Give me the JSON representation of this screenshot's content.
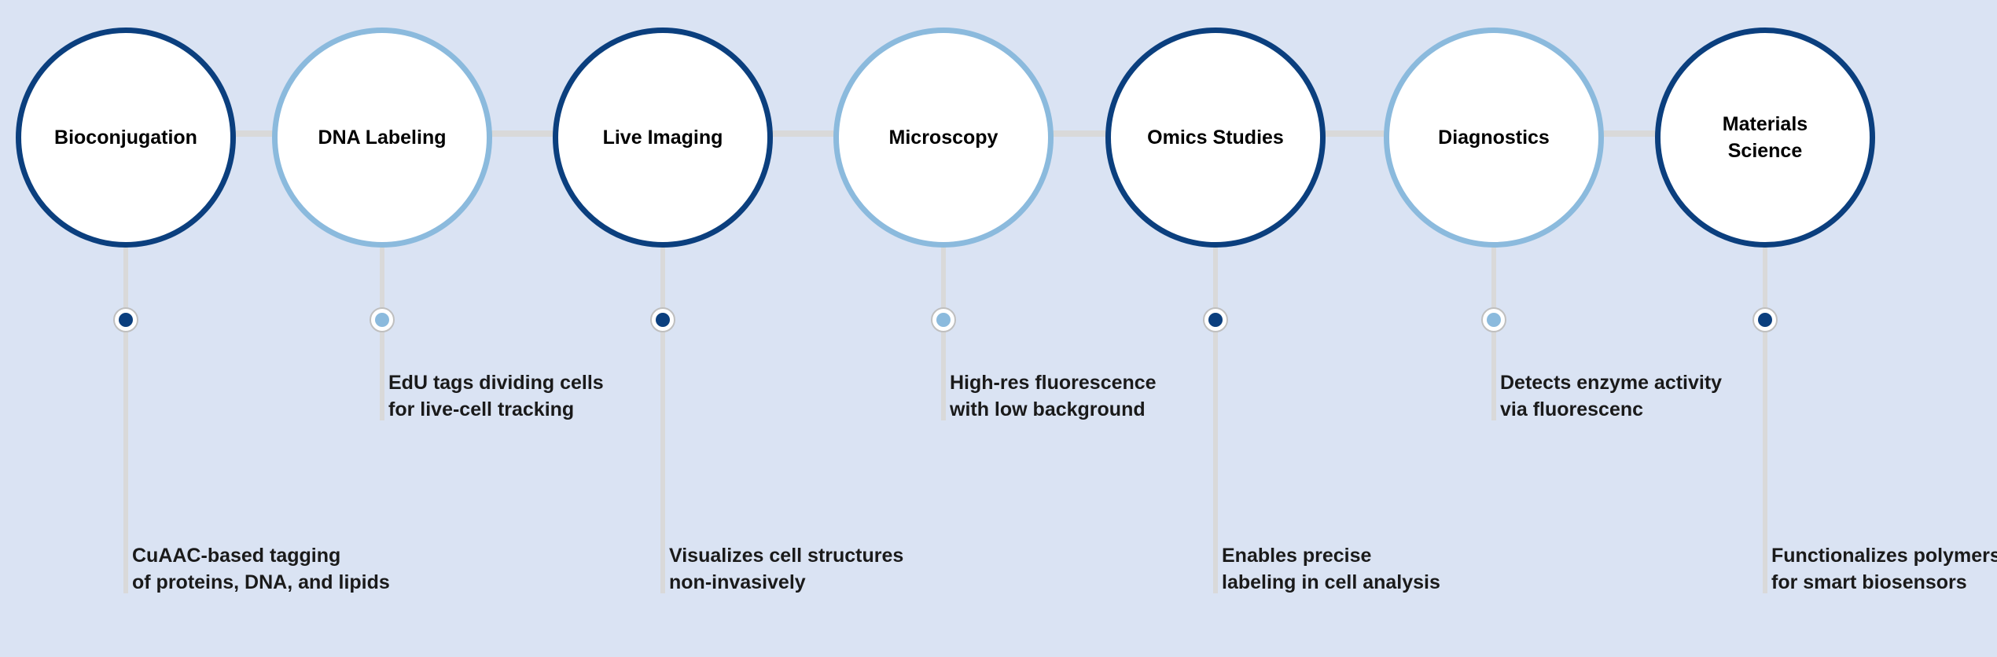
{
  "colors": {
    "background": "#dae3f3",
    "dark_ring": "#0b3f7e",
    "light_ring": "#8bbadd",
    "connector": "#d9d9d9"
  },
  "milestones": [
    {
      "title": "Bioconjugation",
      "tone": "dark",
      "description_lines": [
        "CuAAC-based tagging",
        "of proteins, DNA, and lipids"
      ]
    },
    {
      "title": "DNA Labeling",
      "tone": "light",
      "description_lines": [
        "EdU tags dividing cells",
        "for live-cell tracking"
      ]
    },
    {
      "title": "Live Imaging",
      "tone": "dark",
      "description_lines": [
        "Visualizes cell structures",
        "non-invasively"
      ]
    },
    {
      "title": "Microscopy",
      "tone": "light",
      "description_lines": [
        "High-res fluorescence",
        "with low background"
      ]
    },
    {
      "title": "Omics Studies",
      "tone": "dark",
      "description_lines": [
        "Enables precise",
        "labeling in cell analysis"
      ]
    },
    {
      "title": "Diagnostics",
      "tone": "light",
      "description_lines": [
        "Detects enzyme activity",
        "via fluorescenc"
      ]
    },
    {
      "title": "Materials\nScience",
      "tone": "dark",
      "description_lines": [
        "Functionalizes polymers",
        "for smart biosensors"
      ]
    }
  ]
}
